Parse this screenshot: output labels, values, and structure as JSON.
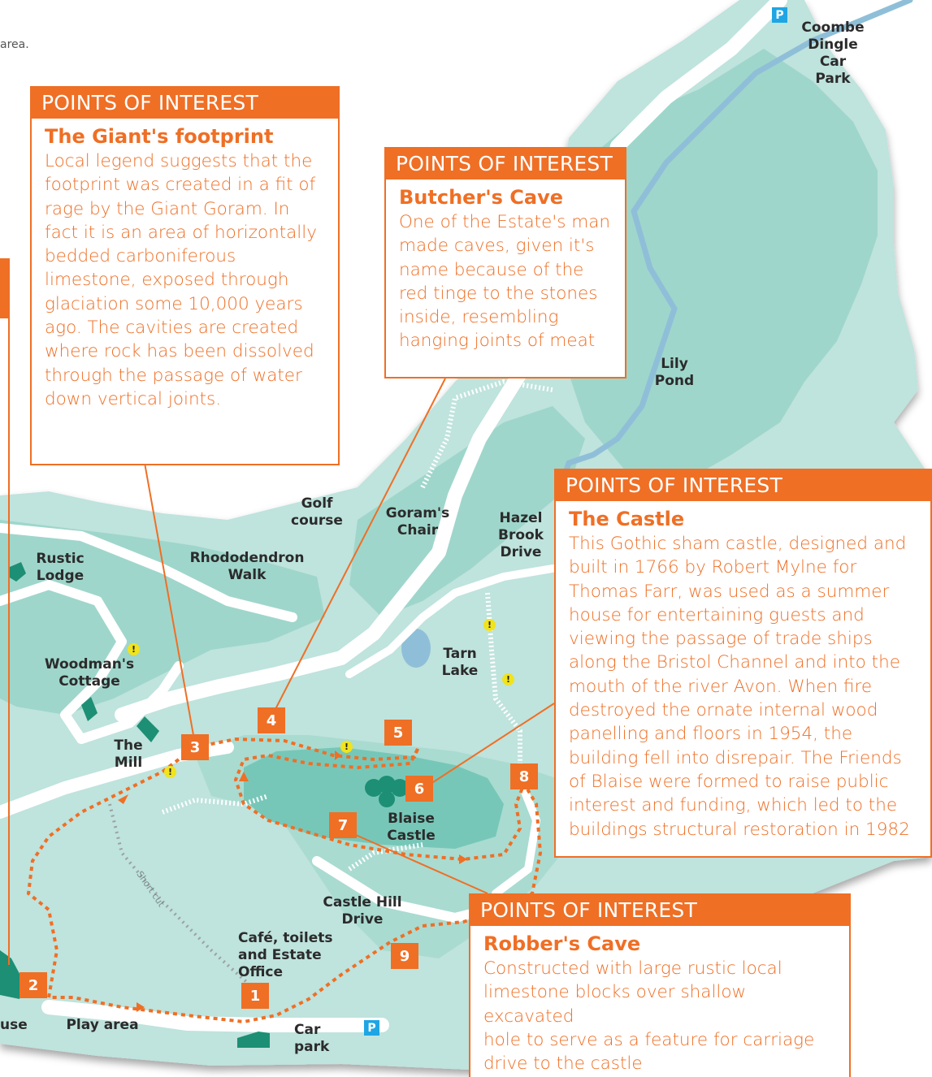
{
  "intro_fragment": "area.",
  "places": {
    "coombe_dingle": "Coombe\nDingle\nCar Park",
    "lily_pond": "Lily\nPond",
    "golf_course": "Golf\ncourse",
    "gorams_chair": "Goram's\nChair",
    "hazel_brook_drive": "Hazel\nBrook\nDrive",
    "rustic_lodge": "Rustic\nLodge",
    "rhododendron_walk": "Rhododendron\nWalk",
    "woodmans_cottage": "Woodman's\nCottage",
    "tarn_lake": "Tarn\nLake",
    "the_mill": "The\nMill",
    "blaise_castle": "Blaise\nCastle",
    "castle_hill_drive": "Castle Hill\nDrive",
    "cafe": "Café, toilets\nand Estate\nOffice",
    "play_area": "Play area",
    "house_fragment": "use",
    "car_park": "Car park"
  },
  "parking_symbol": "P",
  "warning_symbol": "!",
  "short_cut": "Short cut",
  "markers": [
    "1",
    "2",
    "3",
    "4",
    "5",
    "6",
    "7",
    "8",
    "9"
  ],
  "poi_boxes": [
    {
      "header": "POINTS OF INTEREST",
      "title": "The Giant's footprint",
      "lines": [
        "Local legend suggests that the",
        "footprint was created in a fit of",
        "rage by the Giant Goram.  In",
        "fact it is an area of horizontally",
        "bedded carboniferous",
        "limestone, exposed through",
        "glaciation some 10,000 years",
        "ago.  The cavities are created",
        "where rock has been dissolved",
        "through the passage of water",
        "down vertical joints."
      ]
    },
    {
      "header": "POINTS OF INTEREST",
      "title": "Butcher's Cave",
      "lines": [
        "One of the Estate's man",
        "made caves, given it's",
        "name because of the",
        "red tinge to the stones",
        "inside, resembling",
        "hanging joints of meat"
      ]
    },
    {
      "header": "POINTS OF INTEREST",
      "title": "The Castle",
      "lines": [
        "This Gothic sham castle, designed and",
        "built in 1766 by Robert Mylne for",
        "Thomas Farr, was used as a summer",
        "house for entertaining guests and",
        "viewing the passage of trade ships",
        "along the Bristol Channel and into the",
        "mouth of the river Avon. When fire",
        "destroyed the ornate internal wood",
        "panelling and floors in 1954, the",
        "building fell into disrepair. The Friends",
        "of Blaise were formed to raise public",
        "interest and funding, which led to the",
        "buildings structural restoration in 1982"
      ]
    },
    {
      "header": "POINTS OF INTEREST",
      "title": "Robber's Cave",
      "lines": [
        "Constructed with large rustic local",
        "limestone blocks over shallow excavated",
        "hole to serve as a feature for carriage",
        "drive to the castle"
      ]
    }
  ],
  "colors": {
    "land": "#bfe3dd",
    "woodland": "#9fd6cb",
    "castle_hill": "#77c7b8",
    "road": "#ffffff",
    "river": "#8fbfd8",
    "route": "#ef6f25",
    "accent": "#ef6f25",
    "building": "#1d8f74",
    "parking": "#1ea5e4",
    "warning": "#f1e31c"
  }
}
